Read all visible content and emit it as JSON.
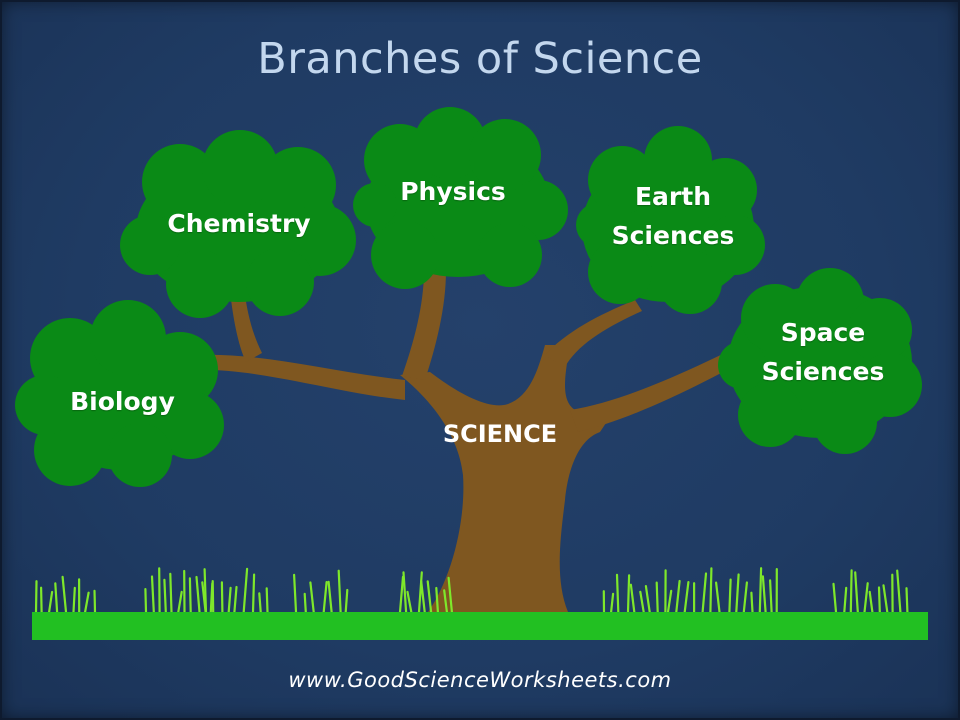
{
  "title": "Branches of Science",
  "root_label": "SCIENCE",
  "branches": [
    {
      "id": "biology",
      "lines": [
        "Biology"
      ]
    },
    {
      "id": "chemistry",
      "lines": [
        "Chemistry"
      ]
    },
    {
      "id": "physics",
      "lines": [
        "Physics"
      ]
    },
    {
      "id": "earth-sciences",
      "lines": [
        "Earth",
        "Sciences"
      ]
    },
    {
      "id": "space-sciences",
      "lines": [
        "Space",
        "Sciences"
      ]
    }
  ],
  "footer": "www.GoodScienceWorksheets.com",
  "colors": {
    "background": "#1f3b63",
    "title": "#c3d7ee",
    "foliage": "#0a8a16",
    "trunk": "#7f5720",
    "ground": "#22c022",
    "grass": "#7ee82a"
  }
}
